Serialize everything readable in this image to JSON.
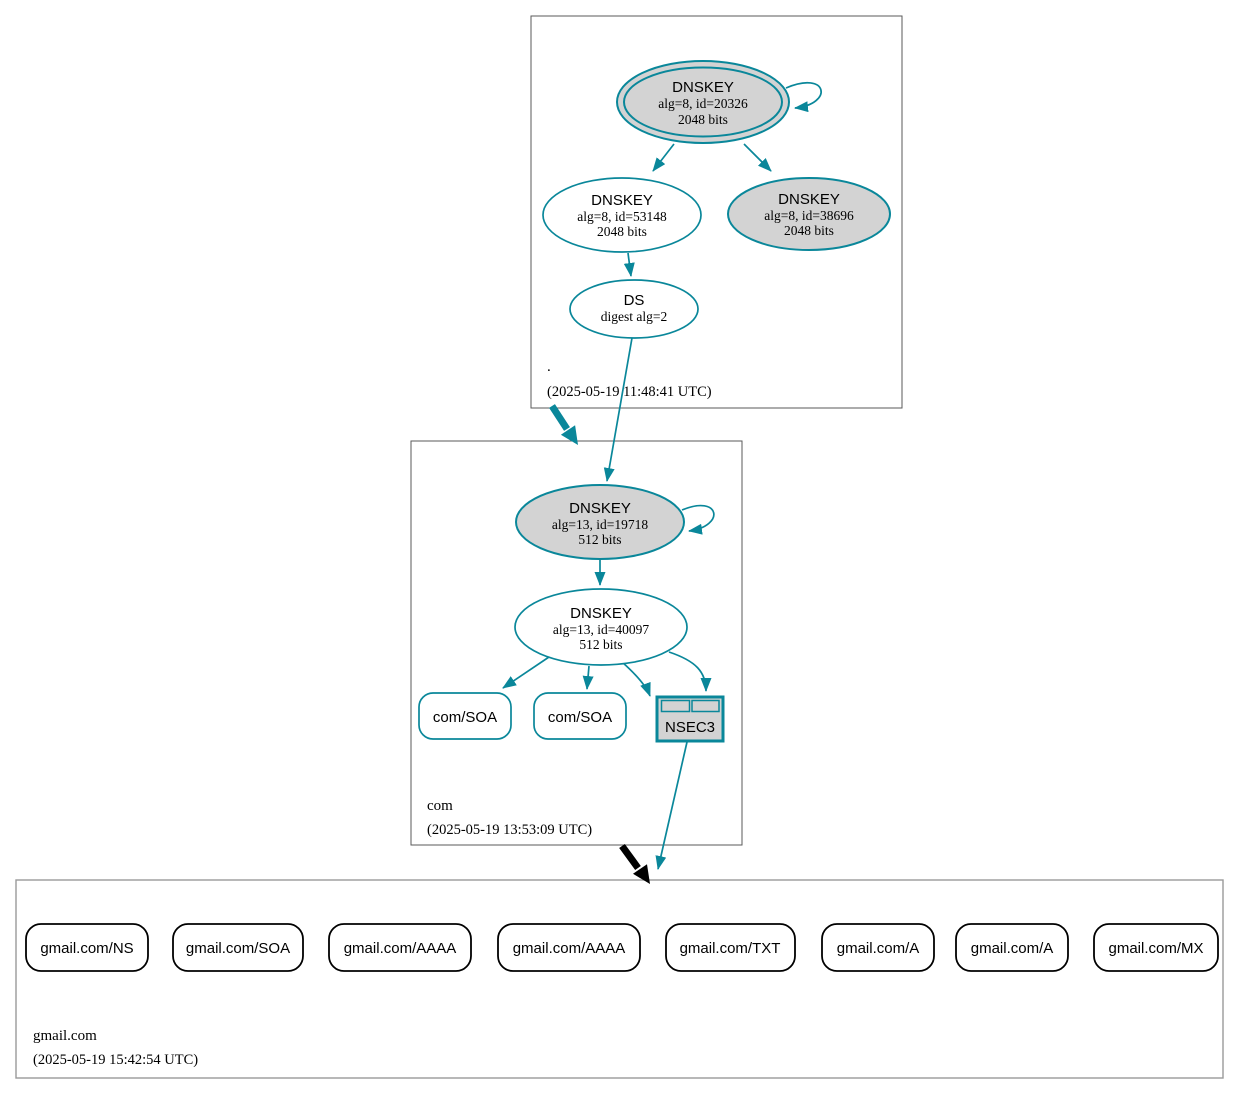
{
  "diagram_type": "dnssec-authentication-chain",
  "colors": {
    "secure_teal": "#0a879a",
    "insecure_black": "#000000",
    "node_gray_fill": "#d3d3d3",
    "node_white_fill": "#ffffff",
    "zone_border_dark": "#5a5a5a",
    "zone_border_light": "#9a9a9a"
  },
  "zones": {
    "root": {
      "label": ".",
      "timestamp": "(2025-05-19 11:48:41 UTC)",
      "ksk": {
        "type": "DNSKEY",
        "alg_id": "alg=8, id=20326",
        "bits": "2048 bits"
      },
      "zsk": {
        "type": "DNSKEY",
        "alg_id": "alg=8, id=53148",
        "bits": "2048 bits"
      },
      "dnskey2": {
        "type": "DNSKEY",
        "alg_id": "alg=8, id=38696",
        "bits": "2048 bits"
      },
      "ds": {
        "type": "DS",
        "digest": "digest alg=2"
      }
    },
    "com": {
      "label": "com",
      "timestamp": "(2025-05-19 13:53:09 UTC)",
      "ksk": {
        "type": "DNSKEY",
        "alg_id": "alg=13, id=19718",
        "bits": "512 bits"
      },
      "zsk": {
        "type": "DNSKEY",
        "alg_id": "alg=13, id=40097",
        "bits": "512 bits"
      },
      "soa1": "com/SOA",
      "soa2": "com/SOA",
      "nsec3": "NSEC3"
    },
    "gmail": {
      "label": "gmail.com",
      "timestamp": "(2025-05-19 15:42:54 UTC)",
      "rrsets": [
        "gmail.com/NS",
        "gmail.com/SOA",
        "gmail.com/AAAA",
        "gmail.com/AAAA",
        "gmail.com/TXT",
        "gmail.com/A",
        "gmail.com/A",
        "gmail.com/MX"
      ]
    }
  }
}
